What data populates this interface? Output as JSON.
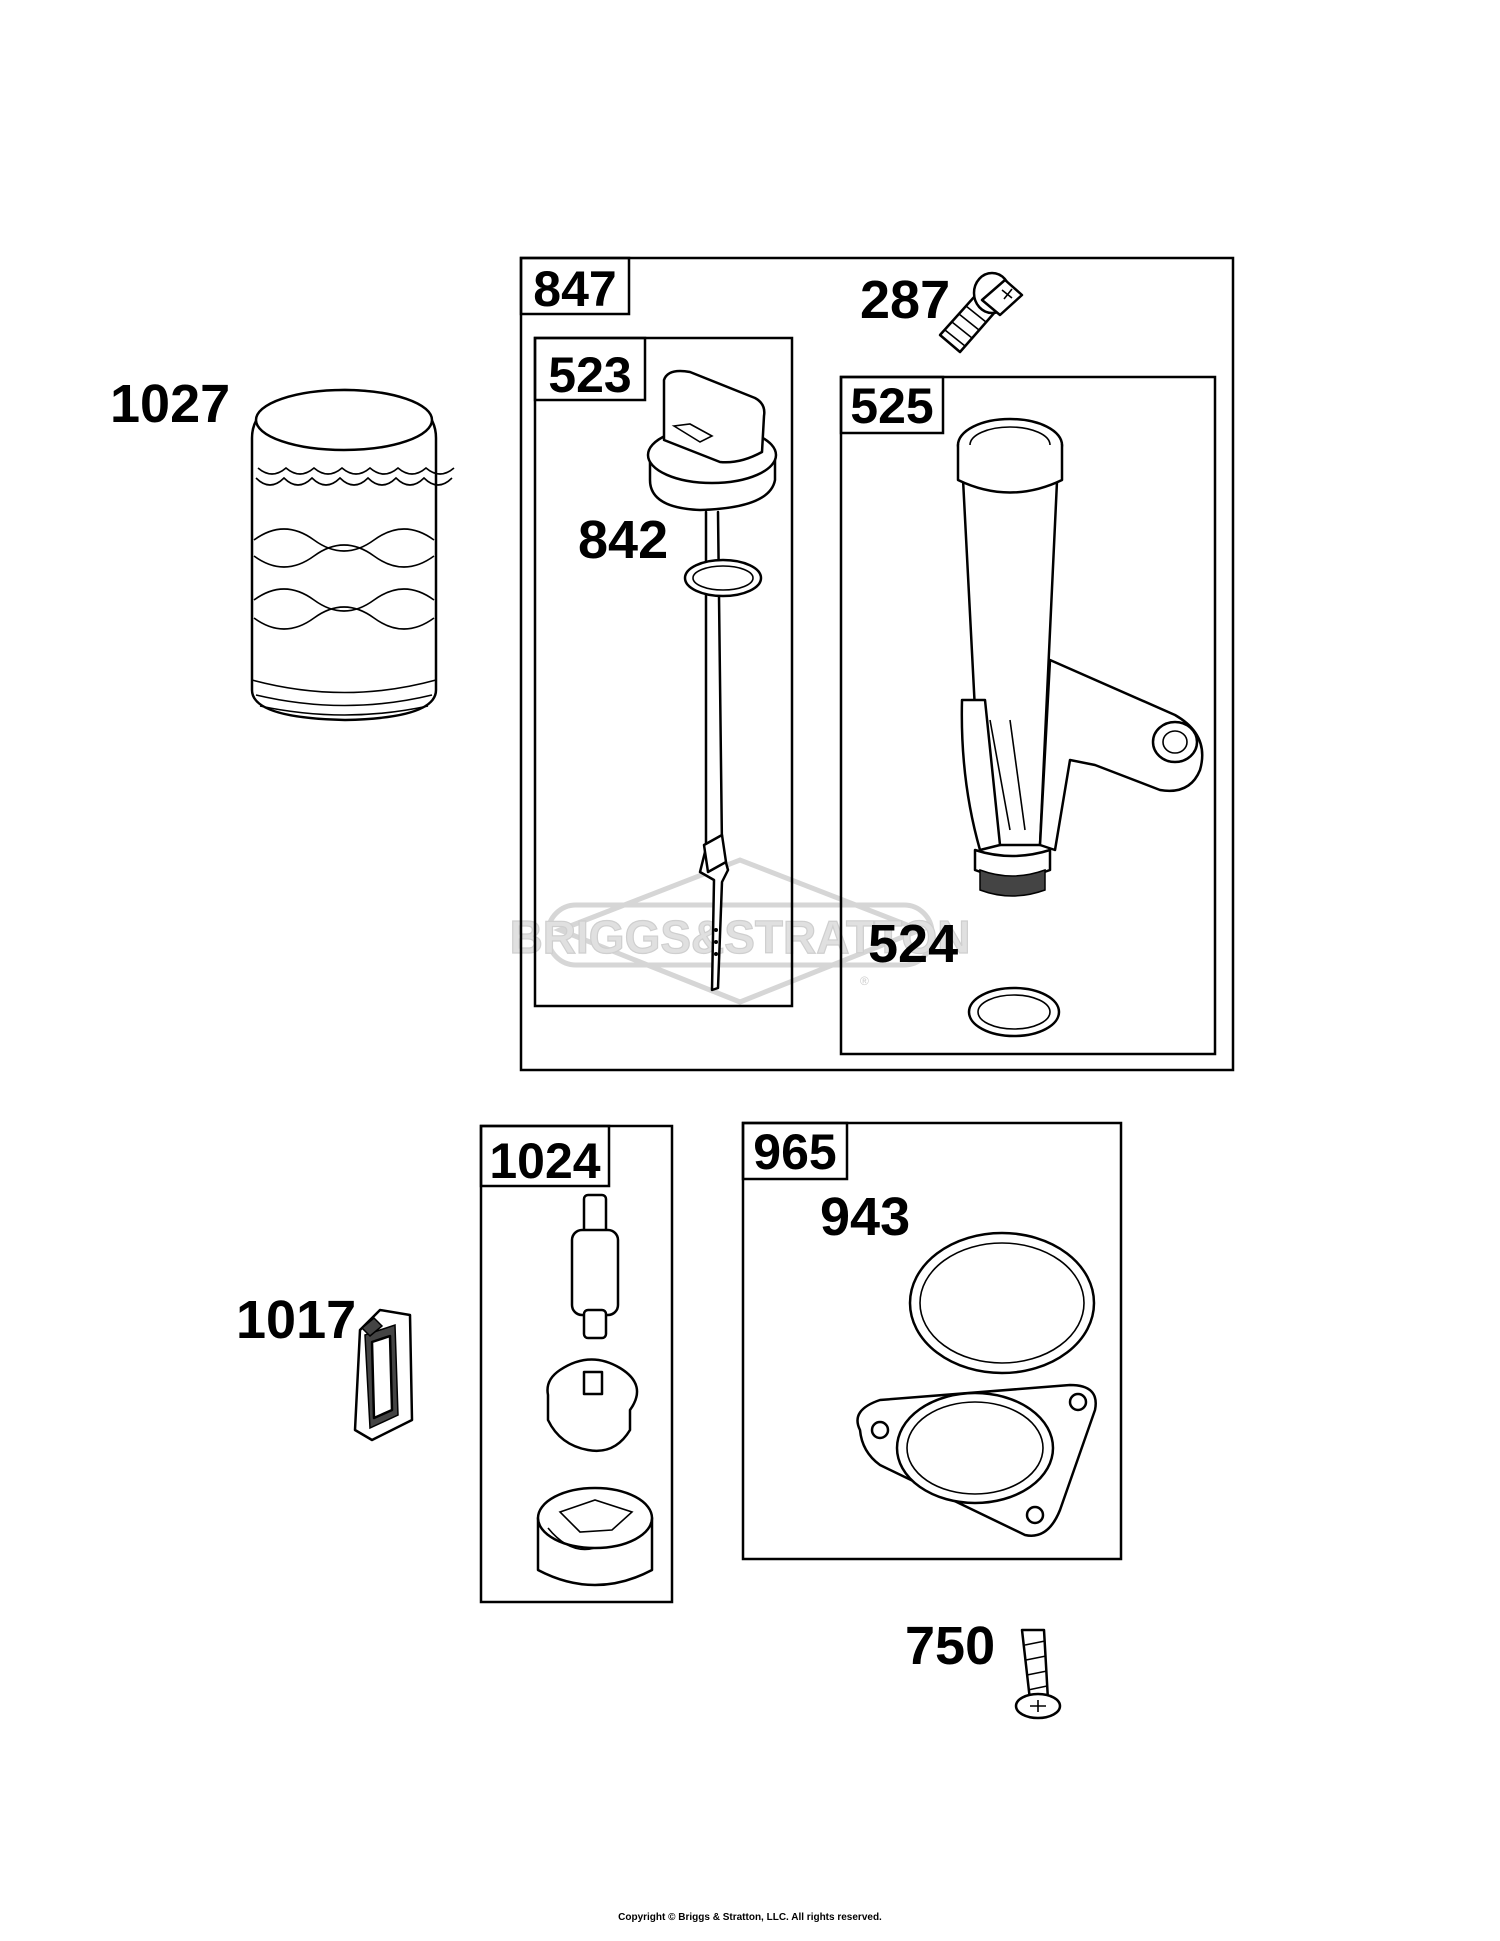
{
  "parts": {
    "p1027": "1027",
    "p1017": "1017",
    "p287": "287",
    "p842": "842",
    "p524": "524",
    "p943": "943",
    "p750": "750"
  },
  "boxes": {
    "b847": "847",
    "b523": "523",
    "b525": "525",
    "b1024": "1024",
    "b965": "965"
  },
  "watermark": {
    "text": "BRIGGS&STRATTON",
    "registered": "®"
  },
  "footer": {
    "copyright": "Copyright © Briggs & Stratton, LLC. All rights reserved."
  }
}
